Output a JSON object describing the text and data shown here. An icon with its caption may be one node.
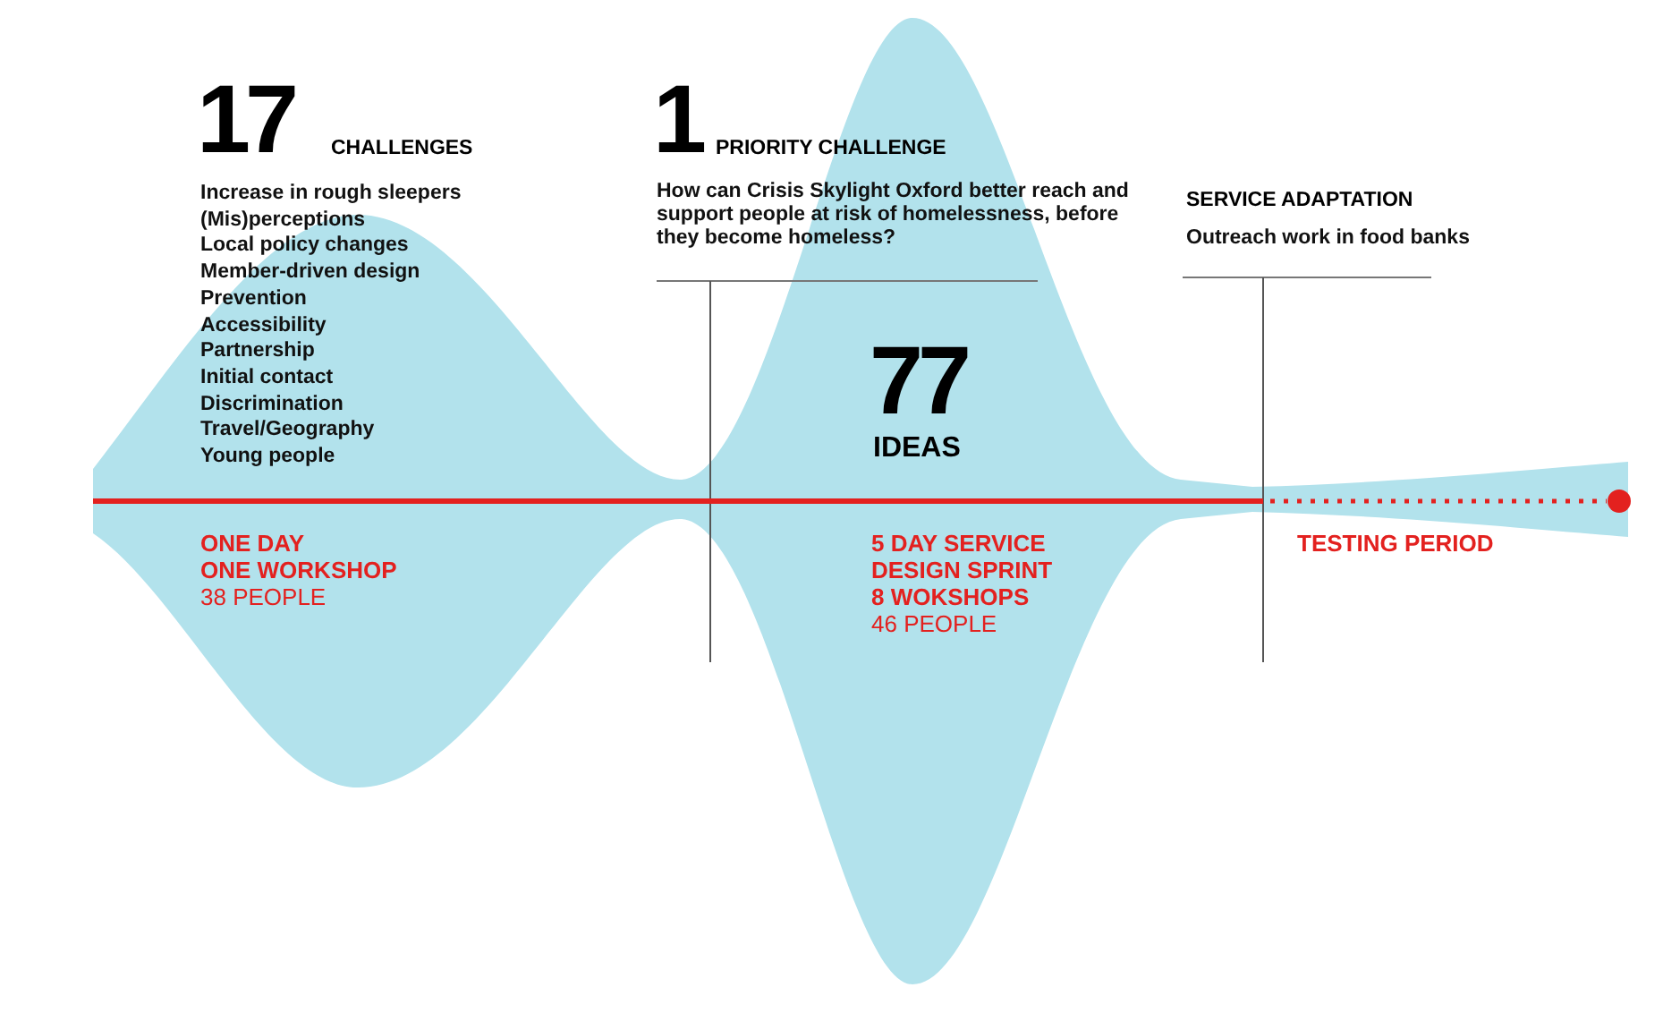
{
  "diagram": {
    "labels": [
      "17",
      "CHALLENGES",
      "Increase in rough sleepers",
      "(Mis)perceptions",
      "Local policy changes",
      "Member-driven design",
      "Prevention",
      "Accessibility",
      "Partnership",
      "Initial contact",
      "Discrimination",
      "Travel/Geography",
      "Young people",
      "1",
      "PRIORITY CHALLENGE",
      "How can Crisis Skylight Oxford better reach and support people at risk of homelessness, before they become homeless?",
      "SERVICE ADAPTATION",
      "Outreach work in food banks",
      "77",
      "IDEAS",
      "ONE DAY",
      "ONE WORKSHOP",
      "38 PEOPLE",
      "5 DAY SERVICE DESIGN SPRINT",
      "8 WOKSHOPS",
      "46 PEOPLE",
      "TESTING PERIOD"
    ]
  }
}
